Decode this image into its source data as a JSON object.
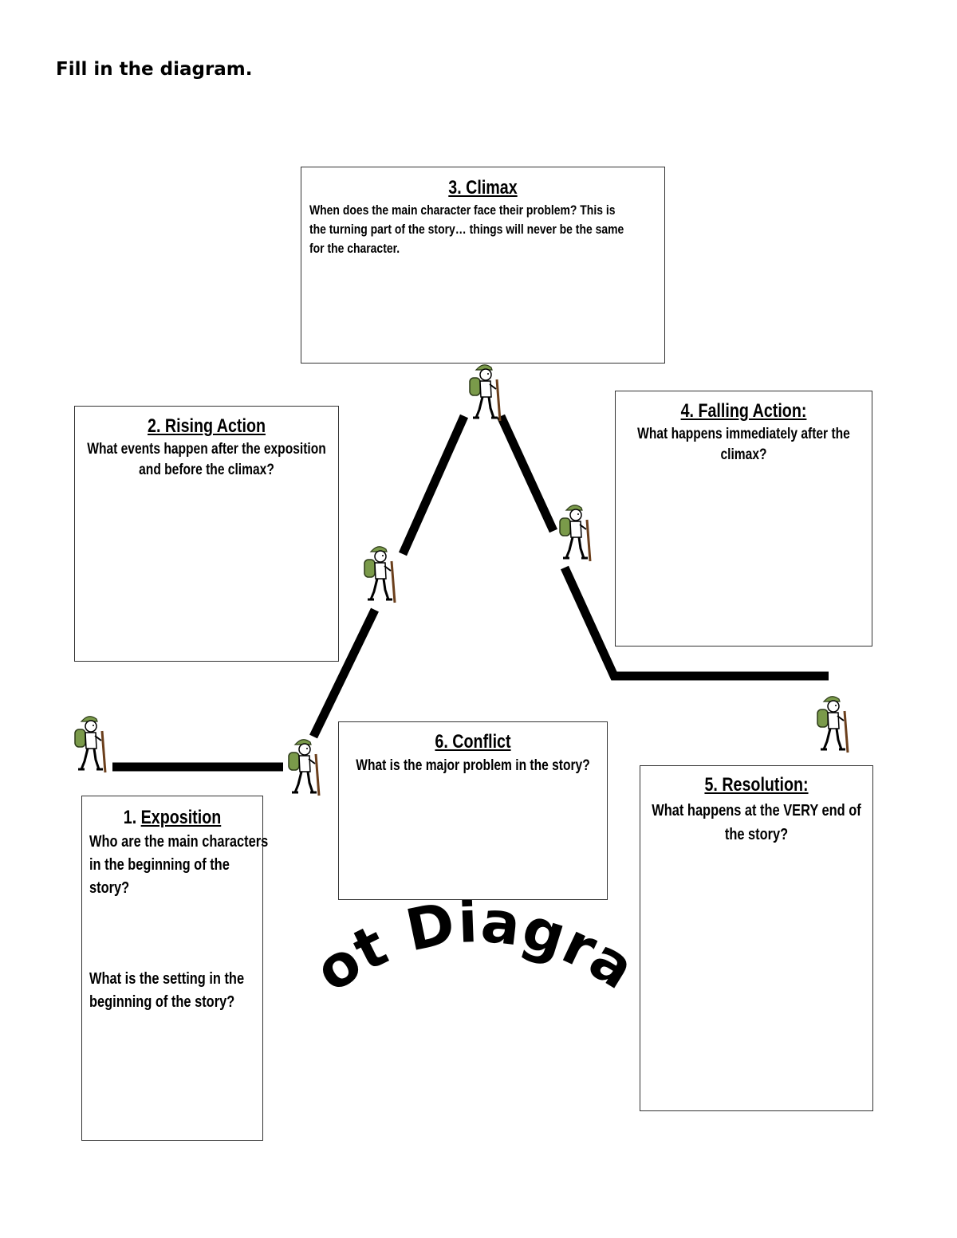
{
  "instruction": "Fill in the diagram.",
  "boxes": {
    "climax": {
      "title": "3. Climax",
      "question": "When does the main character face their problem? This is the turning part of the story… things will never be the same for the character."
    },
    "rising_action": {
      "title": "2. Rising Action",
      "question": "What events happen after the exposition and before the climax?"
    },
    "falling_action": {
      "title": "4. Falling Action:",
      "question": "What happens immediately after the climax?"
    },
    "conflict": {
      "title": "6.  Conflict",
      "question": "What is the major problem in the story?"
    },
    "resolution": {
      "title": "5. Resolution:",
      "question": "What happens at the VERY end of the story?"
    },
    "exposition": {
      "number": "1.",
      "title": "Exposition",
      "question_1": "Who are the main characters in the beginning of the story?",
      "question_2": "What is the setting in the beginning of the story?"
    }
  },
  "wordart_title": "Plot Diagram",
  "icons": {
    "hiker": "hiker-icon"
  },
  "colors": {
    "line": "#000000",
    "border": "#333333",
    "hiker_green": "#7a9a4a"
  }
}
